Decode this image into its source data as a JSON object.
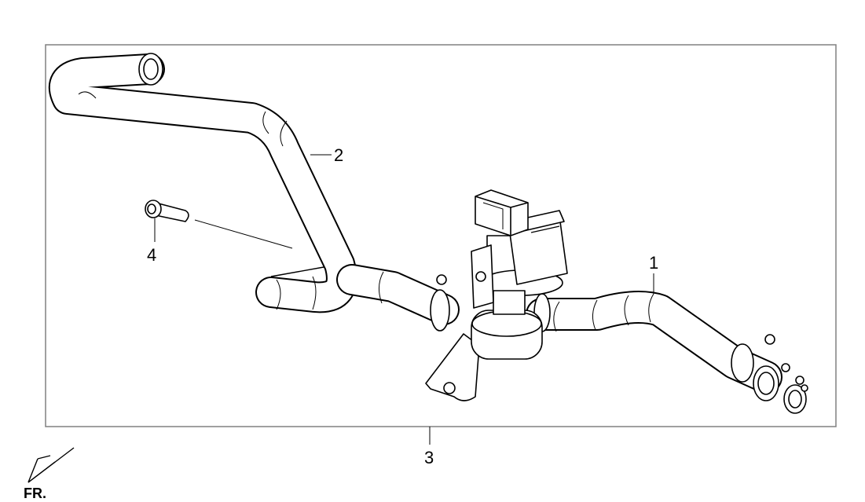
{
  "callouts": {
    "part_1": "1",
    "part_2": "2",
    "part_3": "3",
    "part_4": "4"
  },
  "orientation": {
    "label": "FR."
  },
  "colors": {
    "line": "#000000",
    "frame": "#808080",
    "background": "#ffffff"
  }
}
